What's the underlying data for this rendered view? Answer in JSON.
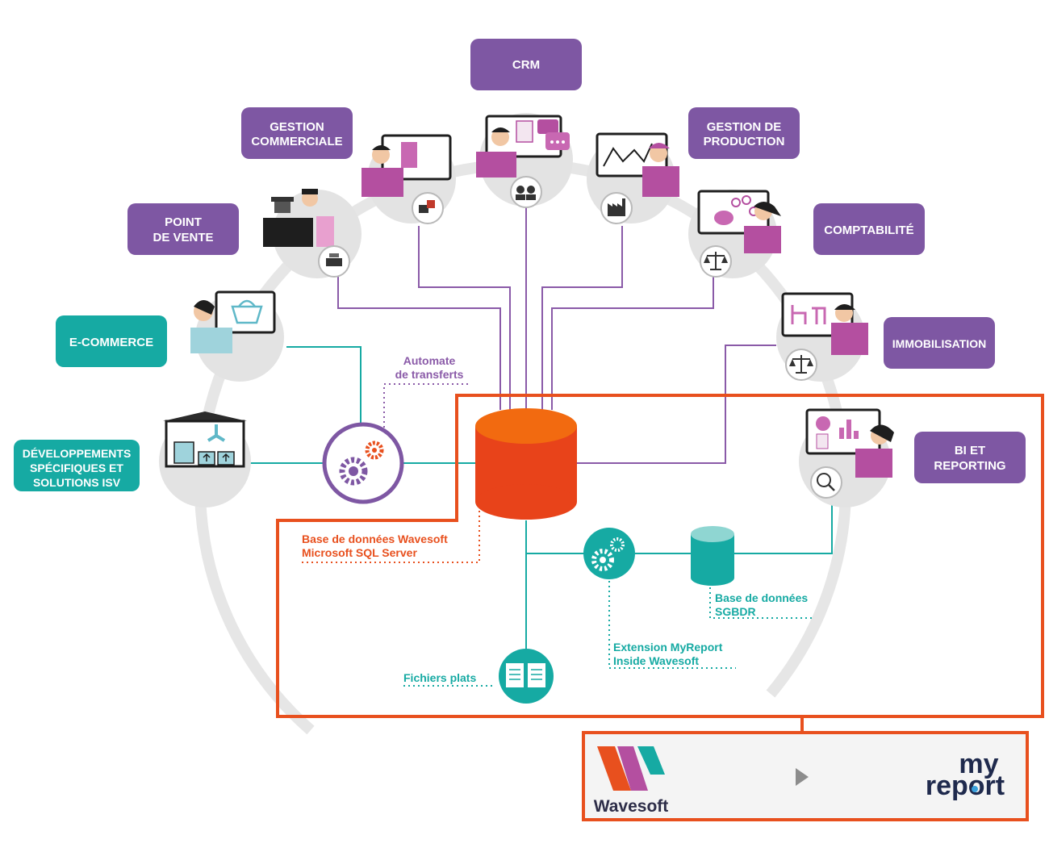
{
  "modules": {
    "crm": {
      "label": [
        "CRM"
      ]
    },
    "gestion_commerciale": {
      "label": [
        "GESTION",
        "COMMERCIALE"
      ]
    },
    "gestion_production": {
      "label": [
        "GESTION DE",
        "PRODUCTION"
      ]
    },
    "point_de_vente": {
      "label": [
        "POINT",
        "DE VENTE"
      ]
    },
    "comptabilite": {
      "label": [
        "COMPTABILITÉ"
      ]
    },
    "e_commerce": {
      "label": [
        "E-COMMERCE"
      ]
    },
    "immobilisation": {
      "label": [
        "IMMOBILISATION"
      ]
    },
    "developpements": {
      "label": [
        "DÉVELOPPEMENTS",
        "SPÉCIFIQUES ET",
        "SOLUTIONS ISV"
      ]
    },
    "bi_reporting": {
      "label": [
        "BI ET",
        "REPORTING"
      ]
    }
  },
  "notes": {
    "automate": [
      "Automate",
      "de transferts"
    ],
    "database": [
      "Base de données Wavesoft",
      "Microsoft SQL Server"
    ],
    "sgbdr": [
      "Base de données",
      "SGBDR"
    ],
    "extension": [
      "Extension MyReport",
      "Inside Wavesoft"
    ],
    "fichiers": [
      "Fichiers plats"
    ]
  },
  "logos": {
    "wavesoft": "Wavesoft",
    "myreport_top": "my",
    "myreport_bottom": "report"
  },
  "colors": {
    "purple": "#7e57a3",
    "teal": "#16aaa3",
    "orange": "#e8501e",
    "pink": "#b44fa0",
    "grey": "#e3e3e3"
  }
}
